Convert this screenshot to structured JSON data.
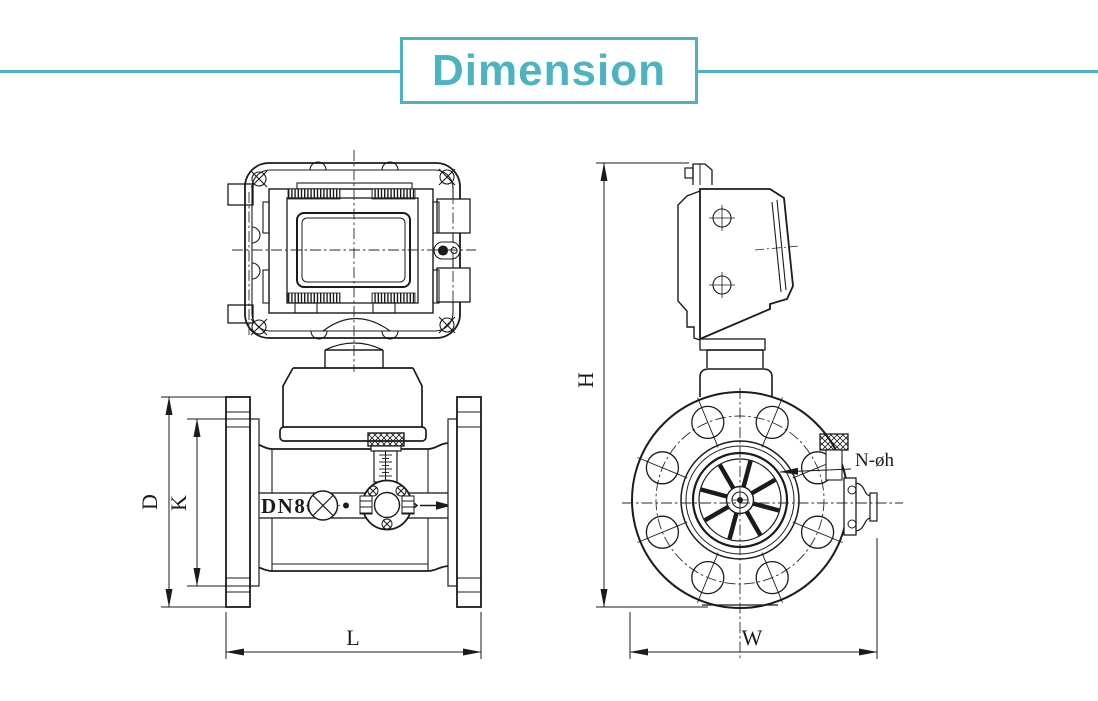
{
  "header": {
    "title": "Dimension",
    "accent_color": "#4eb3c1"
  },
  "drawing": {
    "line_color": "#1b1b1b",
    "front_view": {
      "name": "front-view",
      "pipe_label": "DN80",
      "dim_outer_diameter": "D",
      "dim_bolt_circle": "K",
      "dim_length": "L"
    },
    "side_view": {
      "name": "side-view",
      "dim_height": "H",
      "dim_width": "W",
      "bolt_hole_label": "N-øh"
    }
  }
}
